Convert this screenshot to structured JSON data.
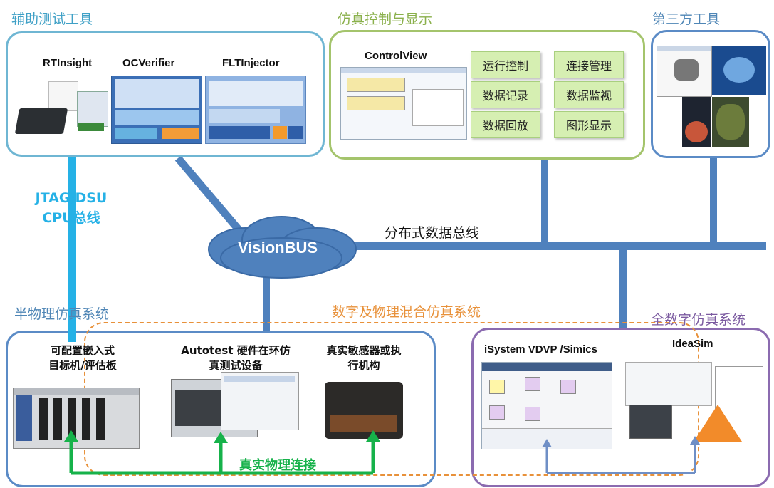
{
  "groups": {
    "aux": {
      "title": "辅助测试工具",
      "tools": [
        "RTInsight",
        "OCVerifier",
        "FLTInjector"
      ]
    },
    "sim": {
      "title": "仿真控制与显示",
      "app": "ControlView",
      "functions": [
        "运行控制",
        "连接管理",
        "数据记录",
        "数据监视",
        "数据回放",
        "图形显示"
      ]
    },
    "third": {
      "title": "第三方工具"
    },
    "semi": {
      "title": "半物理仿真系统"
    },
    "mixed": {
      "title": "数字及物理混合仿真系统"
    },
    "full": {
      "title": "全数字仿真系统"
    }
  },
  "semi_items": {
    "target": "可配置嵌入式\n目标机/评估板",
    "autotest": "Autotest 硬件在环仿\n真测试设备",
    "sensor": "真实敏感器或执\n行机构"
  },
  "full_items": {
    "vdvp": "iSystem VDVP /Simics",
    "ideasim": "IdeaSim"
  },
  "jtag": {
    "line1": "JTAG/DSU",
    "line2": "CPU总线"
  },
  "bus": {
    "name": "VisionBUS",
    "label": "分布式数据总线"
  },
  "physical_link": "真实物理连接",
  "colors": {
    "aux_title": "#3fa0c6",
    "sim_title": "#8ab04b",
    "semi_title": "#4f86b6",
    "mixed_title": "#e8913a",
    "full_title": "#7b5aa0",
    "bus": "#4f81bd",
    "jtag": "#25b1e6",
    "green_link": "#16b24a"
  }
}
